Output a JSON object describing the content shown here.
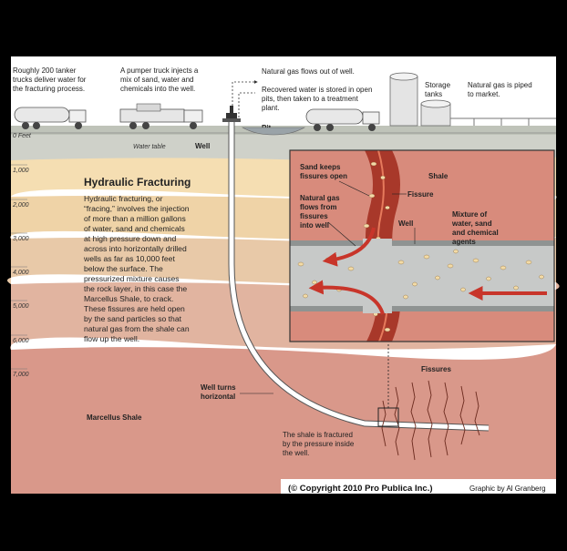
{
  "surface_labels": {
    "tankers": [
      "Roughly 200 tanker",
      "trucks deliver water for",
      "the fracturing process."
    ],
    "pumper": [
      "A pumper truck injects a",
      "mix of sand, water and",
      "chemicals into the well."
    ],
    "gas_out": "Natural gas flows out of well.",
    "recovered": [
      "Recovered water is stored in open",
      "pits, then taken to a treatment",
      "plant."
    ],
    "storage": [
      "Storage",
      "tanks"
    ],
    "piped": [
      "Natural gas is piped",
      "to market."
    ],
    "pit": "Pit",
    "water_table": "Water table",
    "well": "Well"
  },
  "depths": [
    "0 Feet",
    "1,000",
    "2,000",
    "3,000",
    "4,000",
    "5,000",
    "6,000",
    "7,000"
  ],
  "explainer": {
    "title": "Hydraulic Fracturing",
    "lines": [
      "Hydraulic fracturing, or",
      "“fracing,” involves the injection",
      "of more than a million gallons",
      "of water, sand and chemicals",
      "at high pressure down and",
      "across into horizontally drilled",
      "wells as far as 10,000 feet",
      "below the surface. The",
      "pressurized mixture causes",
      "the rock layer, in this case the",
      "Marcellus Shale, to crack.",
      "These fissures are held open",
      "by the sand particles so that",
      "natural gas from the shale can",
      "flow up the well."
    ]
  },
  "inset": {
    "sand": [
      "Sand keeps",
      "fissures open"
    ],
    "shale": "Shale",
    "fissure": "Fissure",
    "gas": [
      "Natural gas",
      "flows from",
      "fissures",
      "into well"
    ],
    "well": "Well",
    "mixture": [
      "Mixture of",
      "water, sand",
      "and chemical",
      "agents"
    ]
  },
  "underground": {
    "fissures": "Fissures",
    "turns": [
      "Well turns",
      "horizontal"
    ],
    "marcellus": "Marcellus Shale",
    "fractured": [
      "The shale is fractured",
      "by the pressure inside",
      "the well."
    ]
  },
  "credit": {
    "copyright": "(© Copyright 2010 Pro Publica Inc.)",
    "graphic": "Graphic by Al Granberg"
  },
  "colors": {
    "sky": "#ffffff",
    "ground": "#c9ccc4",
    "layer1": "#f4dcb0",
    "layer2": "#eccfa5",
    "layer3": "#e5c2a2",
    "layer4": "#dfae9a",
    "shale": "#d99484",
    "well_casing": "#ffffff",
    "fissure_red": "#a83225",
    "arrow_red": "#c8352a"
  }
}
